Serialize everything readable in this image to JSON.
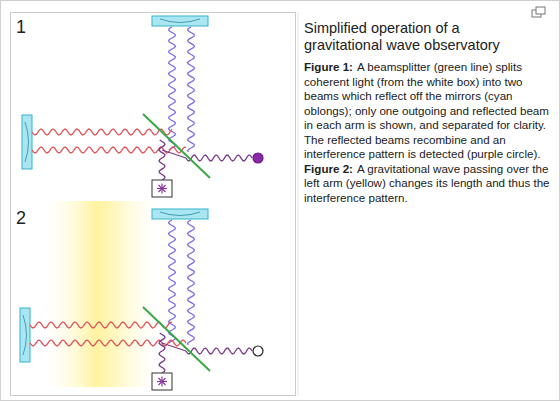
{
  "diagram": {
    "title": "Simplified operation of a gravitational wave observatory",
    "labels": [
      "1",
      "2",
      "Figure 1:",
      "A beamsplitter (green line) splits coherent light (from the white box) into two beams which reflect off the mirrors (cyan oblongs); only one outgoing and reflected beam in each arm is shown, and separated for clarity. The reflected beams recombine and an interference pattern is detected (purple circle).",
      "Figure 2:",
      "A gravitational wave passing over the left arm (yellow) changes its length and thus the interference pattern."
    ]
  }
}
